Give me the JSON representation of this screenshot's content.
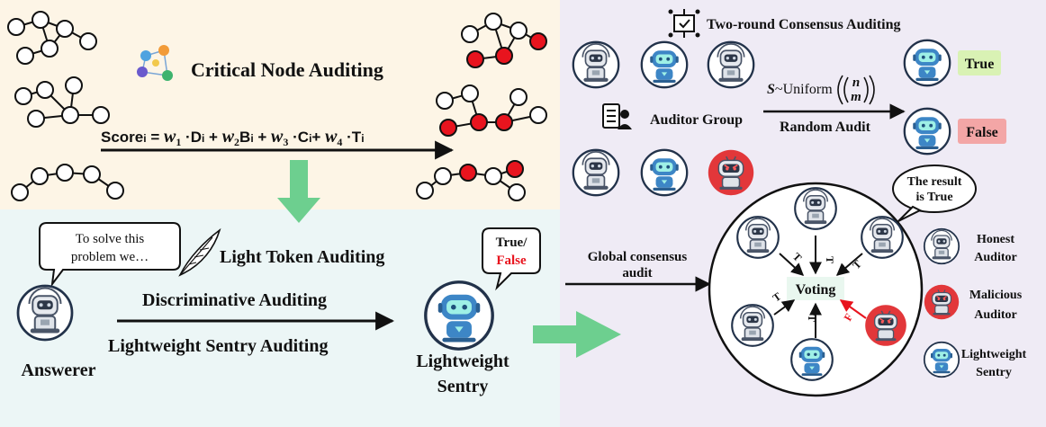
{
  "critical": {
    "title": "Critical Node Auditing",
    "formula": {
      "lead": "Score",
      "lead_sub": "i",
      "eq": " = ",
      "w1": "w",
      "w1_sub": "1",
      "t1": " ·D",
      "t1_sub": "i",
      "plus1": " + ",
      "w2": "w",
      "w2_sub": "2",
      "t2": "B",
      "t2_sub": "i",
      "plus2": " + ",
      "w3": "w",
      "w3_sub": "3",
      "t3": " ·C",
      "t3_sub": "i",
      "plus3": "+ ",
      "w4": "w",
      "w4_sub": "4",
      "t4": " ·T",
      "t4_sub": "i"
    },
    "node_color": "#ffffff",
    "critical_color": "#e8141e"
  },
  "light": {
    "speech_line1": "To solve this",
    "speech_line2": "problem we…",
    "token_auditing": "Light Token Auditing",
    "discriminative": "Discriminative Auditing",
    "sentry_auditing": "Lightweight Sentry Auditing",
    "answerer": "Answerer",
    "sentry_line1": "Lightweight",
    "sentry_line2": "Sentry",
    "bubble_true": "True/",
    "bubble_false": "False",
    "false_color": "#e8141e"
  },
  "consensus": {
    "title": "Two-round Consensus Auditing",
    "group_label": "Auditor Group",
    "uniform_s": "S",
    "uniform_text": "~Uniform",
    "uniform_n": "n",
    "uniform_m": "m",
    "random_audit": "Random Audit",
    "true_label": "True",
    "false_label": "False",
    "true_color": "#d9f2b4",
    "false_color": "#f3a6a6",
    "global_line1": "Global consensus",
    "global_line2": "audit",
    "result_line1": "The result",
    "result_line2": "is True",
    "voting": "Voting",
    "vote_t": "T",
    "vote_f": "F"
  },
  "legend": {
    "honest_line1": "Honest",
    "honest_line2": "Auditor",
    "malicious_line1": "Malicious",
    "malicious_line2": "Auditor",
    "sentry_line1": "Lightweight",
    "sentry_line2": "Sentry"
  },
  "colors": {
    "top_left_bg": "#fdf5e6",
    "bottom_left_bg": "#ecf6f6",
    "right_bg": "#efebf5",
    "green_arrow": "#6dcf8f",
    "robot_blue": "#3d86c6",
    "robot_red": "#e2373a"
  }
}
